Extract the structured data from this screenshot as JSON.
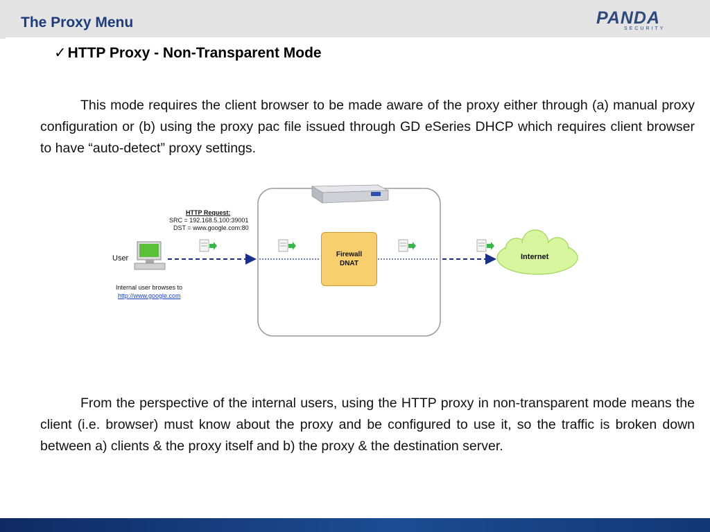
{
  "header": {
    "title": "The Proxy Menu",
    "logo_main": "PANDA",
    "logo_sub": "SECURITY"
  },
  "heading": {
    "check": "✓",
    "text": "HTTP Proxy - Non-Transparent Mode"
  },
  "paragraphs": {
    "intro": "This mode requires the client browser to be made aware of the proxy either through (a) manual proxy configuration or (b) using the proxy pac file issued through GD eSeries DHCP which requires client browser to have “auto-detect” proxy settings.",
    "conclusion": "From the perspective of the internal users, using the HTTP proxy in non-transparent mode means the client (i.e. browser) must know about the proxy and be configured to use it, so the traffic is broken down between a) clients & the proxy itself and b) the proxy & the destination server."
  },
  "diagram": {
    "request_title": "HTTP Request:",
    "request_src": "SRC = 192.168.5.100:39001",
    "request_dst": "DST = www.google.com:80",
    "user_label": "User",
    "browse_note": "Internal user browses to",
    "browse_link": "http://www.google.com",
    "firewall_line1": "Firewall",
    "firewall_line2": "DNAT",
    "internet_label": "Internet",
    "colors": {
      "arrow": "#1a2f8a",
      "firewall_fill": "#f7cf6e",
      "cloud_fill": "#d8f5a0",
      "packet_arrow": "#3bb54a"
    }
  },
  "colors": {
    "title": "#1f3c7a",
    "bottom_bar": "#1d4c92"
  }
}
